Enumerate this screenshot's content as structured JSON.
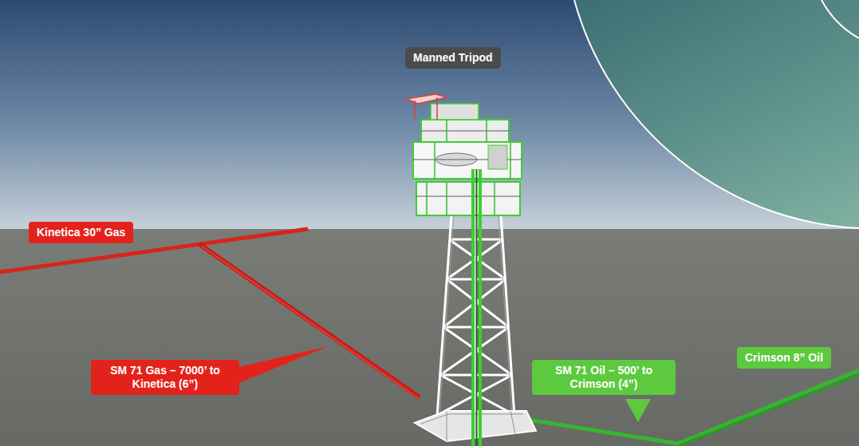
{
  "diagram": {
    "nodes": [
      {
        "text": [
          "Manned Tripod"
        ]
      },
      {
        "text": [
          "Kinetica 30” Gas"
        ]
      },
      {
        "text": [
          "SM 71 Gas – 7000’ to Kinetica (6”)"
        ]
      },
      {
        "text": [
          "SM 71 Oil – 500’ to Crimson (4”)"
        ]
      },
      {
        "text": [
          "Crimson 8” Oil"
        ]
      }
    ]
  }
}
